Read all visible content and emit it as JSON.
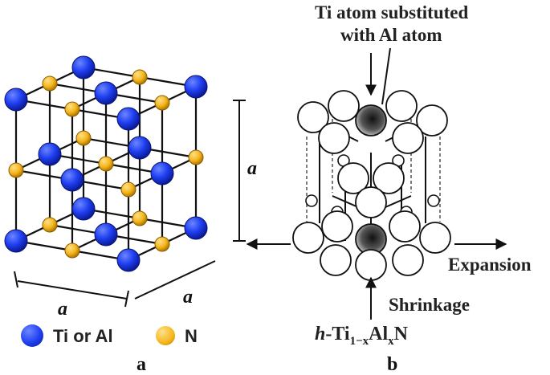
{
  "panel_a": {
    "dim_label": "a",
    "legend": [
      {
        "label": "Ti or Al",
        "color": "#1f3ff0"
      },
      {
        "label": "N",
        "color": "#f5b61c"
      }
    ],
    "caption": "a"
  },
  "panel_b": {
    "annotation_line1": "Ti atom substituted",
    "annotation_line2": "with Al atom",
    "expansion_label": "Expansion",
    "shrinkage_label": "Shrinkage",
    "formula": {
      "prefix": "h",
      "base1": "-Ti",
      "sub1": "1−x",
      "base2": "Al",
      "sub2": "x",
      "base3": "N"
    },
    "caption": "b"
  },
  "colors": {
    "blue_atom": "#1f3ff0",
    "yellow_atom": "#f5b61c",
    "line": "#111111"
  }
}
